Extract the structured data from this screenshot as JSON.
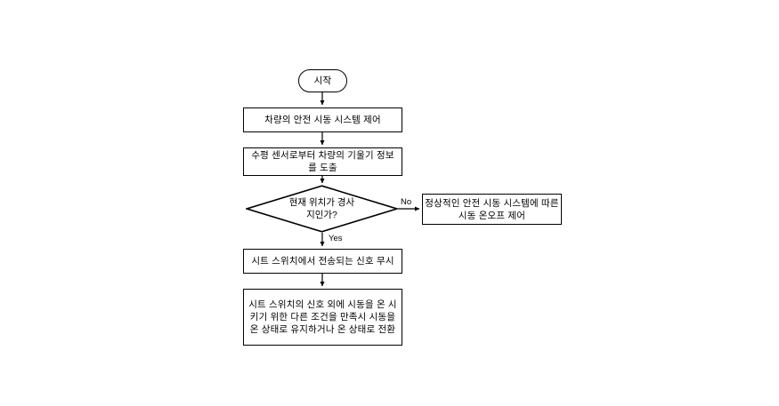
{
  "diagram": {
    "type": "flowchart",
    "orientation": "top-to-bottom",
    "background_color": "#ffffff",
    "line_color": "#000000",
    "text_color": "#000000",
    "nodes": [
      {
        "id": "start",
        "shape": "terminator",
        "label": "시작"
      },
      {
        "id": "control",
        "shape": "process",
        "label": "차량의 안전 시동 시스템 제어"
      },
      {
        "id": "sensor",
        "shape": "process",
        "label": "수평 센서로부터 차량의 기울기 정보\n를 도출"
      },
      {
        "id": "decision",
        "shape": "decision",
        "label": "현재 위치가 경사\n지인가?"
      },
      {
        "id": "normal",
        "shape": "process",
        "label": "정상적인 안전 시동 시스템에 따른\n시동 온오프 제어"
      },
      {
        "id": "ignore",
        "shape": "process",
        "label": "시트 스위치에서 전송되는 신호 무시"
      },
      {
        "id": "maintain",
        "shape": "process",
        "label": "시트 스위치의 신호 외에 시동을 온 시\n키기 위한 다른 조건을 만족시 시동을\n온 상태로 유지하거나 온 상태로 전환"
      }
    ],
    "edge_labels": {
      "no": "No",
      "yes": "Yes"
    }
  }
}
